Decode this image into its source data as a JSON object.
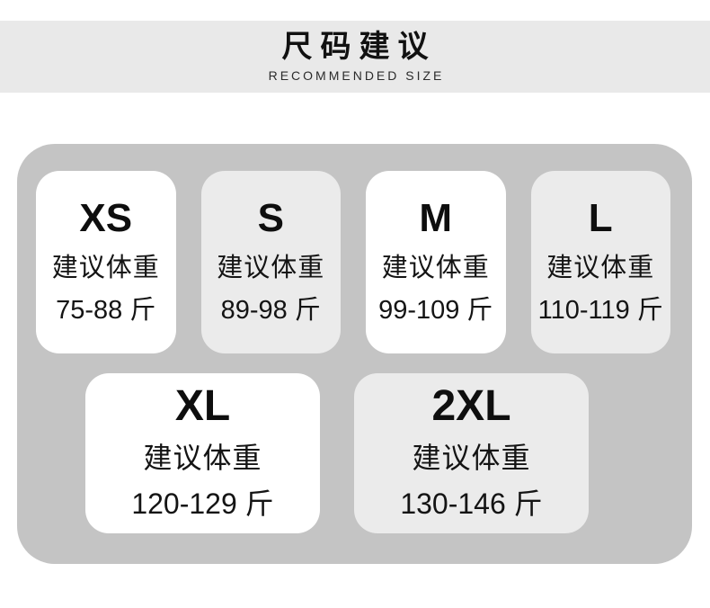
{
  "header": {
    "title": "尺码建议",
    "subtitle": "RECOMMENDED SIZE"
  },
  "sizes": [
    {
      "label": "XS",
      "hint": "建议体重",
      "range": "75-88 斤",
      "variant": "white",
      "row": 1
    },
    {
      "label": "S",
      "hint": "建议体重",
      "range": "89-98 斤",
      "variant": "gray",
      "row": 1
    },
    {
      "label": "M",
      "hint": "建议体重",
      "range": "99-109 斤",
      "variant": "white",
      "row": 1
    },
    {
      "label": "L",
      "hint": "建议体重",
      "range": "110-119 斤",
      "variant": "gray",
      "row": 1
    },
    {
      "label": "XL",
      "hint": "建议体重",
      "range": "120-129 斤",
      "variant": "white",
      "row": 2
    },
    {
      "label": "2XL",
      "hint": "建议体重",
      "range": "130-146 斤",
      "variant": "gray",
      "row": 2
    }
  ],
  "colors": {
    "band_background": "#e9e9e9",
    "panel_background": "#c4c4c4",
    "card_white": "#ffffff",
    "card_gray": "#ebebeb",
    "text": "#111111"
  }
}
